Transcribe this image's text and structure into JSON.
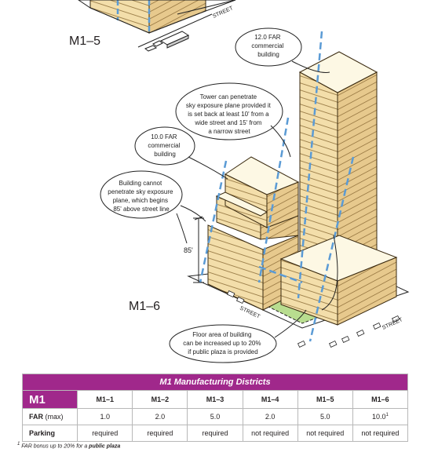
{
  "labels": {
    "m1_5": "M1–5",
    "m1_6": "M1–6",
    "street_a": "STREET",
    "street_b": "STREET",
    "street_c": "STREET",
    "dim_85": "85'"
  },
  "callouts": {
    "far12": [
      "12.0 FAR",
      "commercial",
      "building"
    ],
    "tower": [
      "Tower can penetrate",
      "sky exposure plane provided it",
      "is set back at least 10' from a",
      "wide street and 15' from",
      "a narrow street"
    ],
    "far10": [
      "10.0 FAR",
      "commercial",
      "building"
    ],
    "cannot": [
      "Building cannot",
      "penetrate sky exposure",
      "plane, which begins",
      "85' above street line"
    ],
    "plaza": [
      "Floor area of building",
      "can be increased up to 20%",
      "if public plaza is provided"
    ]
  },
  "table": {
    "title": "M1 Manufacturing Districts",
    "corner": "M1",
    "columns": [
      "M1–1",
      "M1–2",
      "M1–3",
      "M1–4",
      "M1–5",
      "M1–6"
    ],
    "rows": [
      {
        "label": "FAR",
        "label_sub": "(max)",
        "values": [
          "1.0",
          "2.0",
          "5.0",
          "2.0",
          "5.0",
          "10.0"
        ],
        "last_sup": "1"
      },
      {
        "label": "Parking",
        "label_sub": "",
        "values": [
          "required",
          "required",
          "required",
          "not required",
          "not required",
          "not required"
        ],
        "last_sup": ""
      }
    ]
  },
  "footnote": {
    "mark": "1",
    "text": "FAR bonus up to 20% for a",
    "bold": "public plaza"
  },
  "colors": {
    "building_face": "#f6e3b4",
    "building_side": "#e2c787",
    "roof": "#fdf8e4",
    "plaza": "#b8dd8f",
    "dashed": "#5b9bd5",
    "accent": "#a0288b"
  }
}
